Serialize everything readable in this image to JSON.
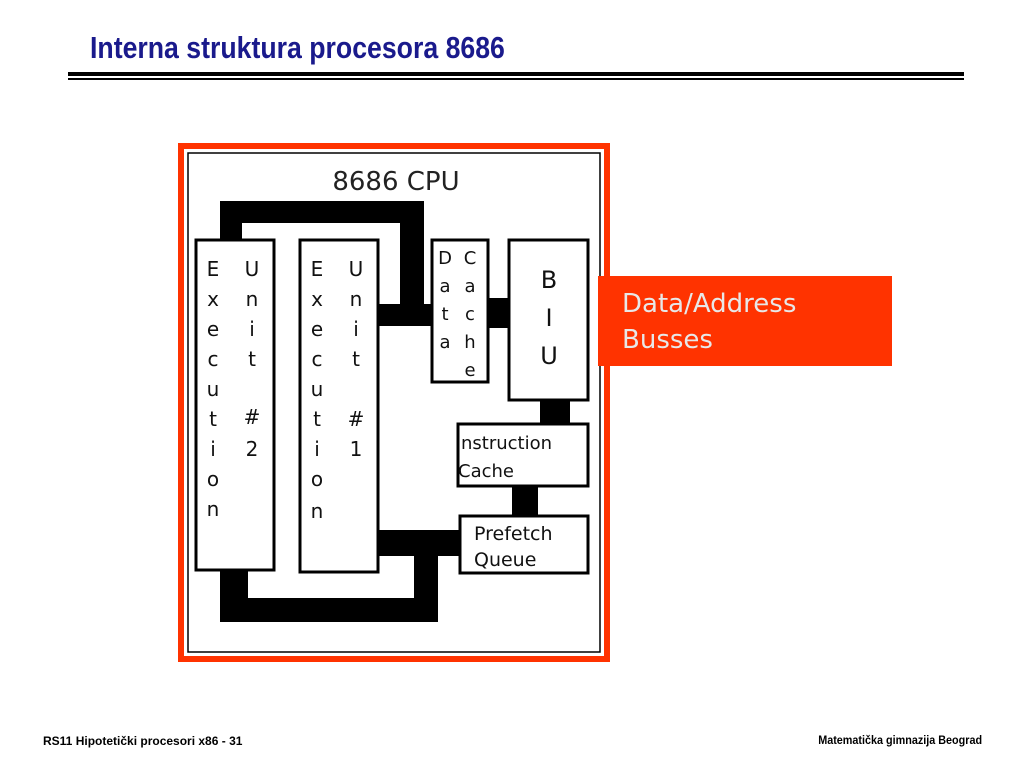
{
  "slide": {
    "title": "Interna struktura procesora 8686"
  },
  "diagram": {
    "cpu_label": "8686 CPU",
    "eu2": {
      "col1": [
        "E",
        "x",
        "e",
        "c",
        "u",
        "t",
        "i",
        "o",
        "n"
      ],
      "col2": [
        "U",
        "n",
        "i",
        "t",
        "#",
        "2"
      ]
    },
    "eu1": {
      "col1": [
        "E",
        "x",
        "e",
        "c",
        "u",
        "t",
        "i",
        "o",
        "n"
      ],
      "col2": [
        "U",
        "n",
        "i",
        "t",
        "#",
        "1"
      ]
    },
    "data_cache": {
      "col1": [
        "D",
        "a",
        "t",
        "a"
      ],
      "col2": [
        "C",
        "a",
        "c",
        "h",
        "e"
      ]
    },
    "biu": [
      "B",
      "I",
      "U"
    ],
    "instruction_cache": [
      "nstruction",
      "Cache"
    ],
    "prefetch_queue": [
      "Prefetch",
      "Queue"
    ],
    "busses": [
      "Data/Address",
      "Busses"
    ],
    "colors": {
      "accent": "#ff3300",
      "line": "#000000"
    }
  },
  "footer": {
    "left": "RS11  Hipotetički procesori x86  - 31",
    "right": "Matematička gimnazija Beograd"
  }
}
